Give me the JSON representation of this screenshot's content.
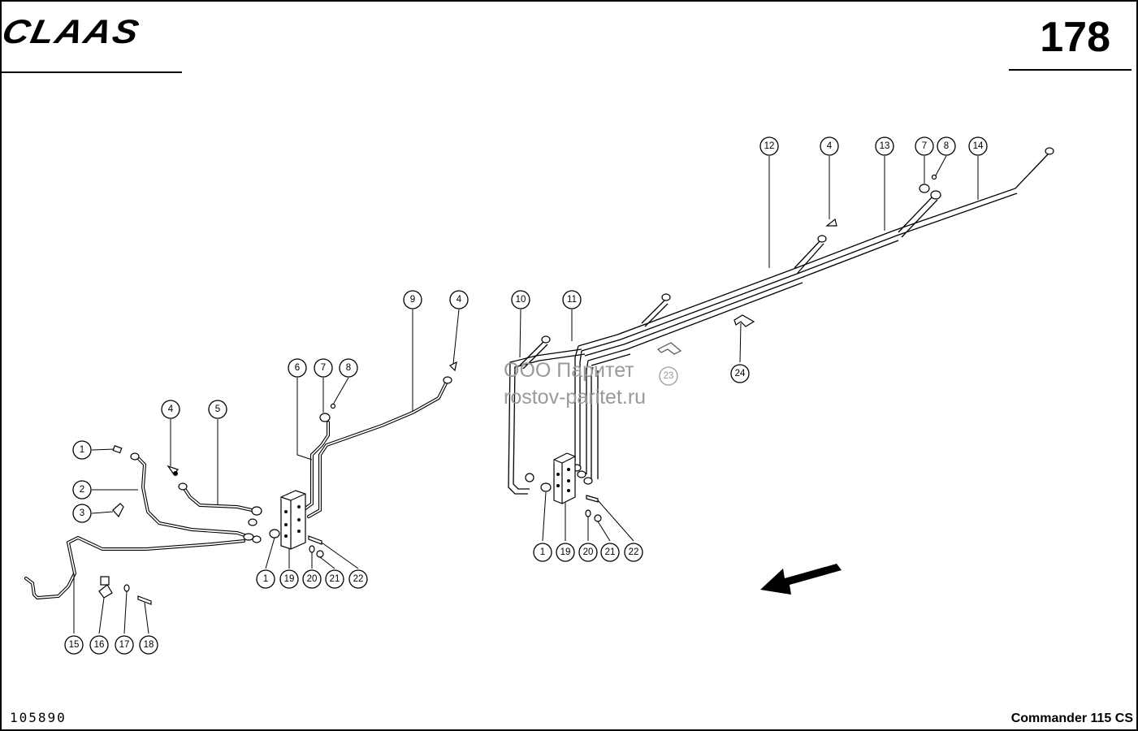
{
  "header": {
    "brand": "CLAAS",
    "page_number": "178"
  },
  "footer": {
    "drawing_number": "105890",
    "model": "Commander 115 CS"
  },
  "watermark": {
    "line1": "ООО Паритет",
    "line2": "rostov-paritet.ru"
  },
  "callouts": {
    "c1a": "1",
    "c2": "2",
    "c3": "3",
    "c4a": "4",
    "c5": "5",
    "c6": "6",
    "c7a": "7",
    "c8a": "8",
    "c9": "9",
    "c4b": "4",
    "c10": "10",
    "c11": "11",
    "c12": "12",
    "c4c": "4",
    "c13": "13",
    "c7b": "7",
    "c8b": "8",
    "c14": "14",
    "c23": "23",
    "c24": "24",
    "c1b": "1",
    "c19a": "19",
    "c20a": "20",
    "c21a": "21",
    "c22a": "22",
    "c1c": "1",
    "c19b": "19",
    "c20b": "20",
    "c21b": "21",
    "c22b": "22",
    "c15": "15",
    "c16": "16",
    "c17": "17",
    "c18": "18"
  },
  "colors": {
    "line": "#000000",
    "watermark": "#9a9a9a",
    "background": "#ffffff"
  }
}
